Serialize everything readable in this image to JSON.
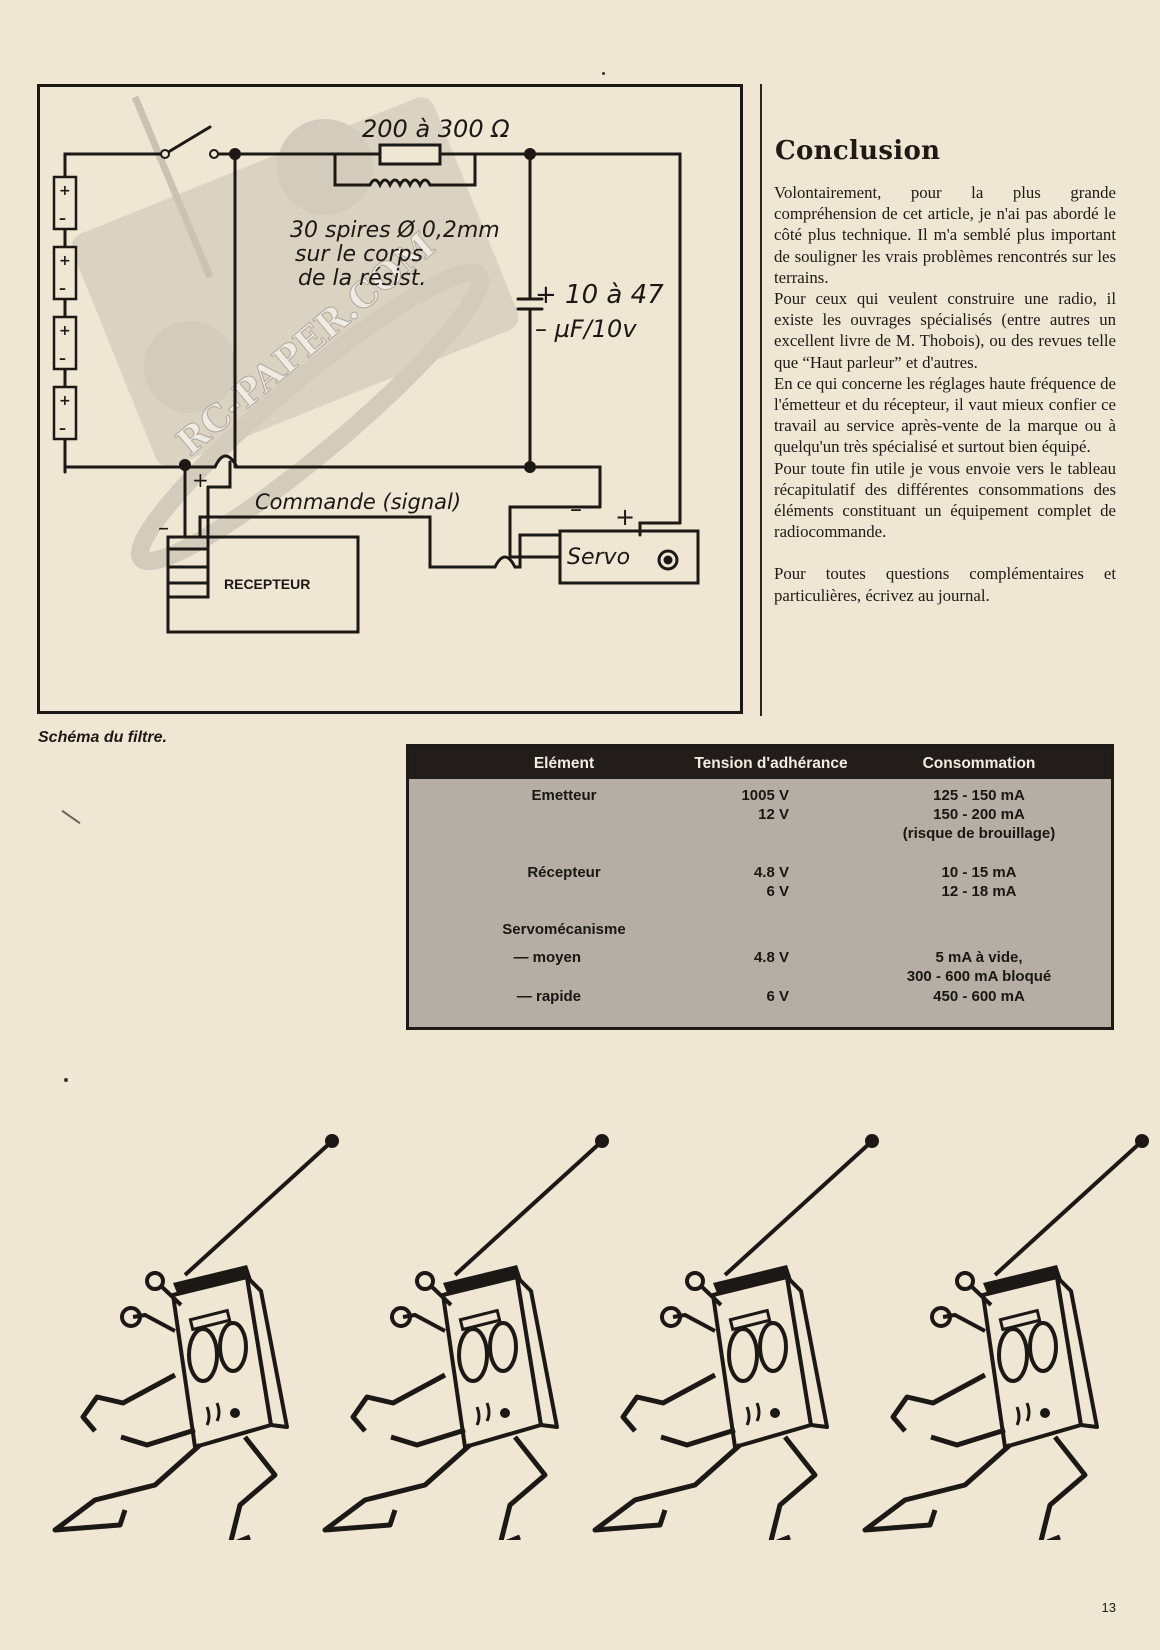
{
  "schematic": {
    "resistor_label": "200 à 300 Ω",
    "coil_note": [
      "30 spires Ø 0,2mm",
      "sur le corps",
      "de la résist."
    ],
    "capacitor_label": [
      "+ 10 à 47",
      "– µF/10v"
    ],
    "signal_label": "Commande (signal)",
    "servo_label": "Servo",
    "receiver_label": "RECEPTEUR",
    "battery_plus": "+",
    "battery_minus": "–",
    "watermark": "RC-PAPER.COM"
  },
  "caption": "Schéma du filtre.",
  "article": {
    "heading": "Conclusion",
    "paragraphs": [
      "Volontairement, pour la plus grande compréhension de cet article, je n'ai pas abordé le côté plus technique. Il m'a semblé plus important de souligner les vrais problèmes rencontrés sur les terrains.",
      "Pour ceux qui veulent construire une radio, il existe les ouvrages spécialisés (entre autres un excellent livre de M. Thobois), ou des revues telle que “Haut parleur” et d'autres.",
      "En ce qui concerne les réglages haute fréquence de l'émetteur et du récepteur, il vaut mieux confier ce travail au service après-vente de la marque ou à quelqu'un très spécialisé et surtout bien équipé.",
      "Pour toute fin utile je vous envoie vers le tableau récapitulatif des différentes consommations des éléments constituant un équipement complet de radiocommande."
    ],
    "closing": "Pour toutes questions complémentaires et particulières, écrivez au journal."
  },
  "table": {
    "headers": [
      "Elément",
      "Tension d'adhérance",
      "Consommation"
    ],
    "emetteur": {
      "label": "Emetteur",
      "tensions": [
        "1005 V",
        "12 V"
      ],
      "conso": [
        "125 - 150 mA",
        "150 - 200 mA",
        "(risque de brouillage)"
      ]
    },
    "recepteur": {
      "label": "Récepteur",
      "tensions": [
        "4.8 V",
        "6 V"
      ],
      "conso": [
        "10 - 15 mA",
        "12 - 18 mA"
      ]
    },
    "servo": {
      "label": "Servomécanisme"
    },
    "moyen": {
      "label": "— moyen",
      "tension": "4.8 V",
      "conso": [
        "5 mA  à vide,",
        "300 - 600 mA bloqué"
      ]
    },
    "rapide": {
      "label": "— rapide",
      "tension": "6 V",
      "conso": [
        "450 - 600 mA"
      ]
    }
  },
  "page_number": "13"
}
